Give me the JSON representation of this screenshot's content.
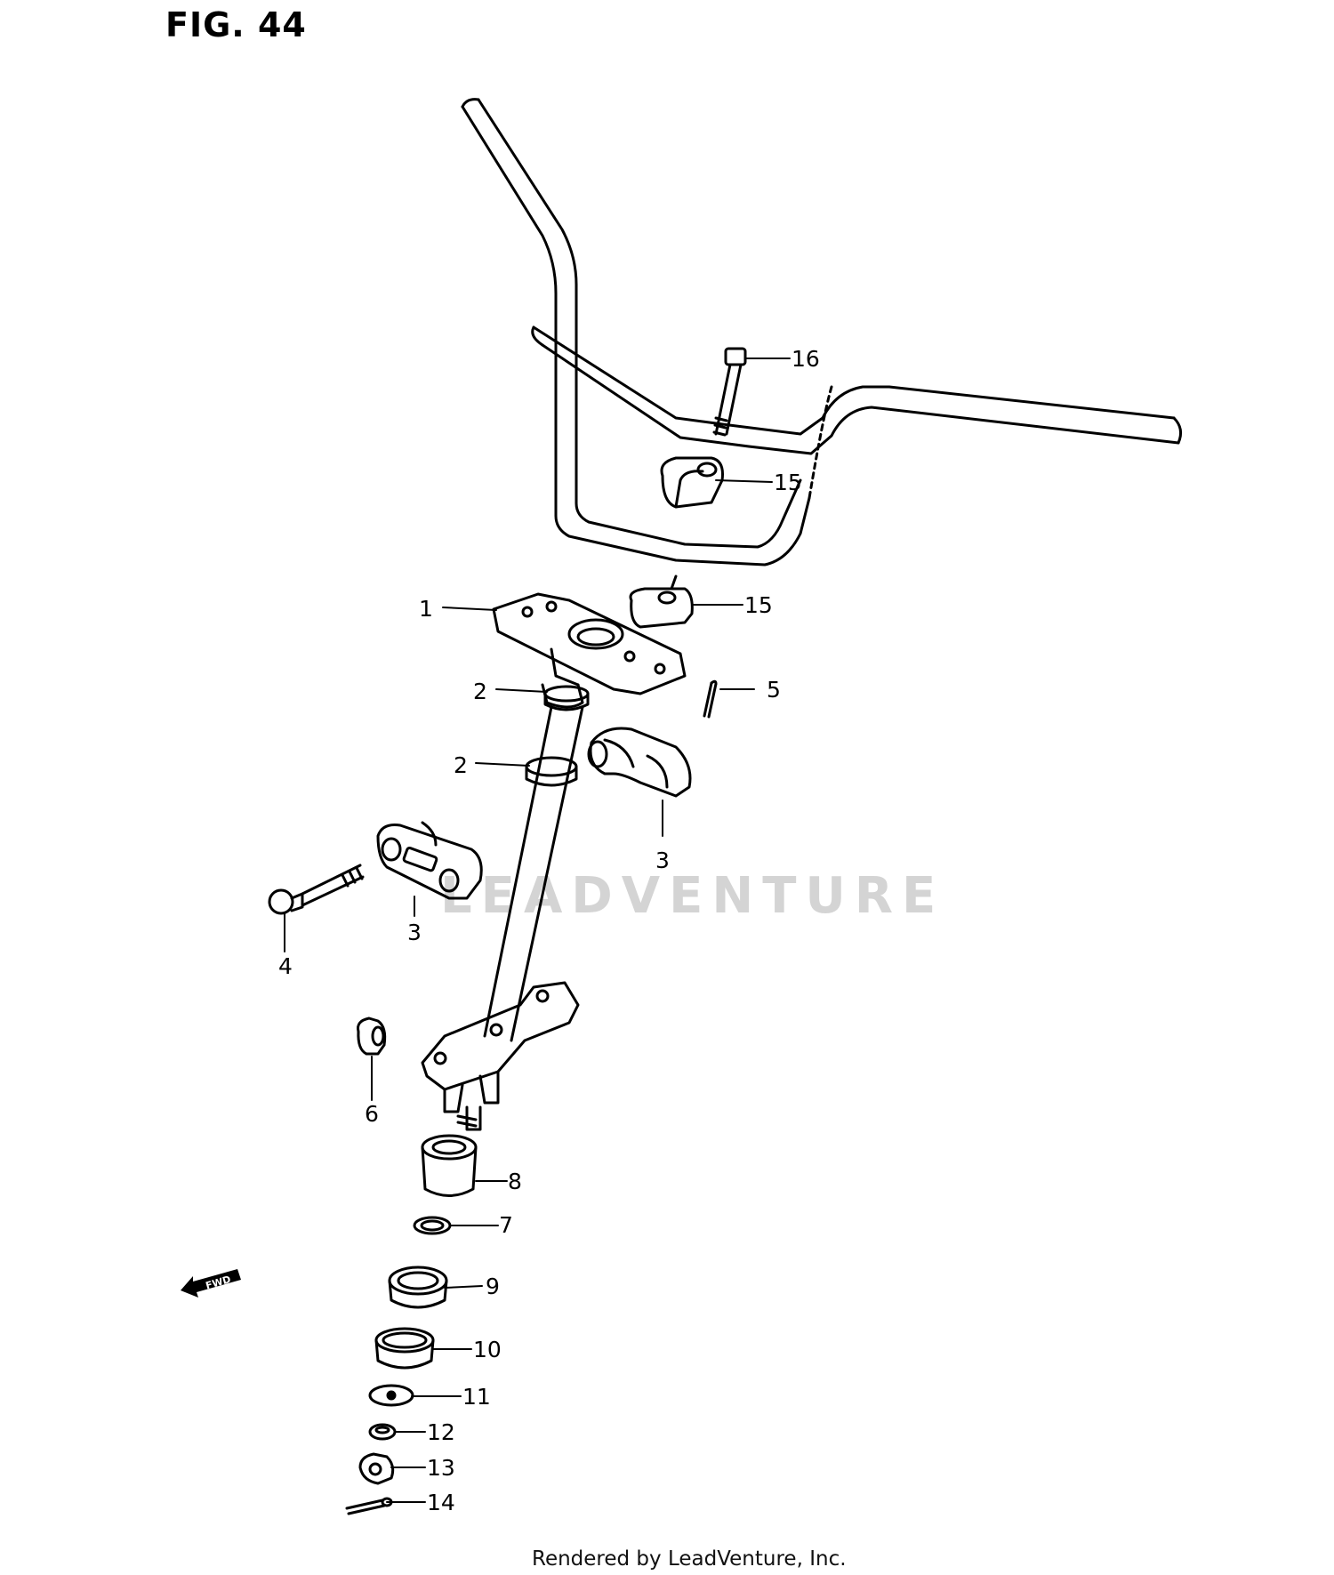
{
  "figure": {
    "title": "FIG. 44"
  },
  "callouts": [
    "1",
    "2",
    "2",
    "3",
    "3",
    "4",
    "5",
    "6",
    "7",
    "8",
    "9",
    "10",
    "11",
    "12",
    "13",
    "14",
    "15",
    "15",
    "16"
  ],
  "watermark": "LEADVENTURE",
  "direction_arrow": {
    "label": "FWD",
    "icon": "fwd-arrow-icon"
  },
  "footer": "Rendered by LeadVenture, Inc."
}
